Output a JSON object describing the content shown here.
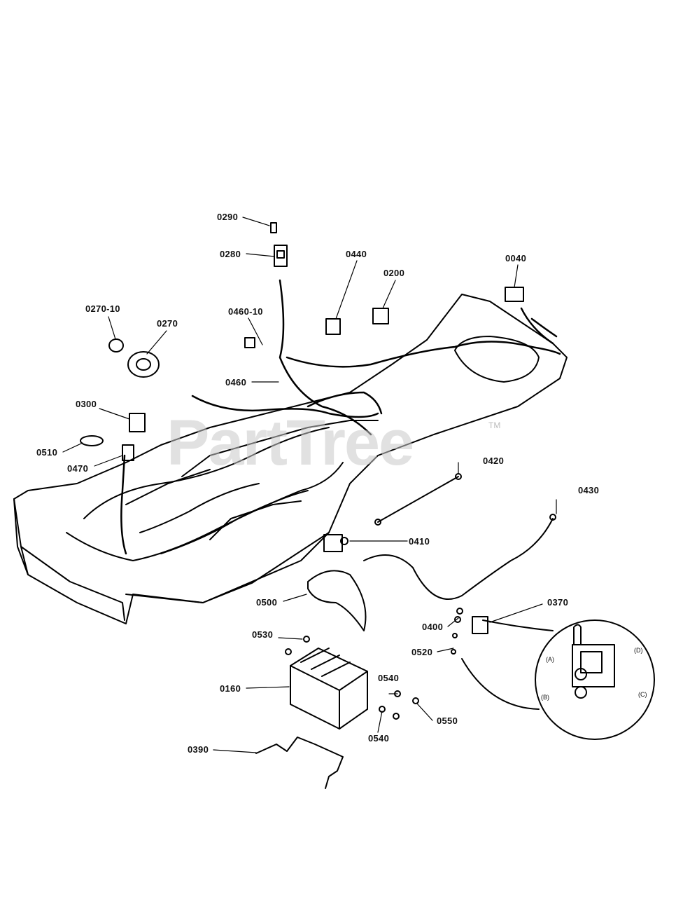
{
  "watermark": {
    "text": "PartTree",
    "tm": "TM"
  },
  "parts": [
    {
      "id": "p0290",
      "label": "0290"
    },
    {
      "id": "p0280",
      "label": "0280"
    },
    {
      "id": "p0440",
      "label": "0440"
    },
    {
      "id": "p0200",
      "label": "0200"
    },
    {
      "id": "p0040",
      "label": "0040"
    },
    {
      "id": "p0270-10",
      "label": "0270-10"
    },
    {
      "id": "p0270",
      "label": "0270"
    },
    {
      "id": "p0460-10",
      "label": "0460-10"
    },
    {
      "id": "p0460",
      "label": "0460"
    },
    {
      "id": "p0300",
      "label": "0300"
    },
    {
      "id": "p0510",
      "label": "0510"
    },
    {
      "id": "p0470",
      "label": "0470"
    },
    {
      "id": "p0420",
      "label": "0420"
    },
    {
      "id": "p0430",
      "label": "0430"
    },
    {
      "id": "p0410",
      "label": "0410"
    },
    {
      "id": "p0500",
      "label": "0500"
    },
    {
      "id": "p0370",
      "label": "0370"
    },
    {
      "id": "p0400",
      "label": "0400"
    },
    {
      "id": "p0520",
      "label": "0520"
    },
    {
      "id": "p0530",
      "label": "0530"
    },
    {
      "id": "p0160",
      "label": "0160"
    },
    {
      "id": "p0540a",
      "label": "0540"
    },
    {
      "id": "p0550",
      "label": "0550"
    },
    {
      "id": "p0540b",
      "label": "0540"
    },
    {
      "id": "p0390",
      "label": "0390"
    }
  ],
  "detail_callouts": [
    "(A)",
    "(B)",
    "(C)",
    "(D)"
  ]
}
